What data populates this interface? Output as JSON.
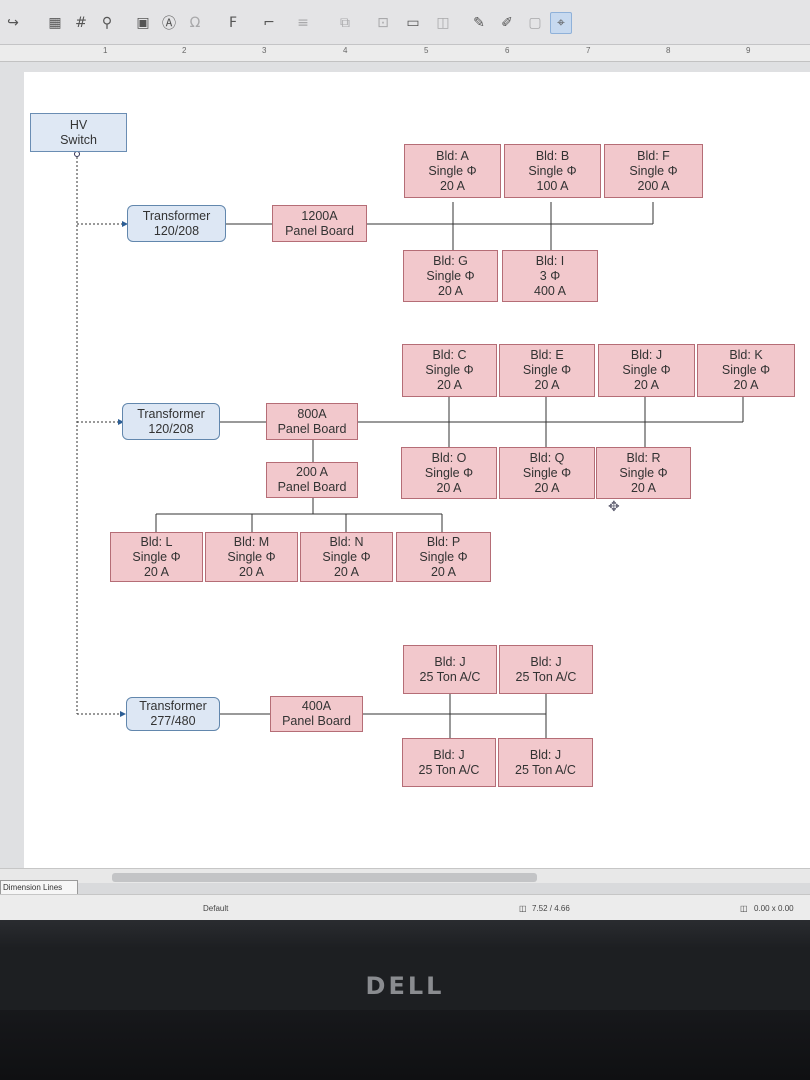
{
  "toolbar": {
    "icons": [
      "undo-icon",
      "grid-icon",
      "hash-icon",
      "zoom-icon",
      "image-icon",
      "textbox-icon",
      "special-char-icon",
      "fontwork-icon",
      "connector-icon",
      "align-icon",
      "arrange-icon",
      "shadow-icon",
      "crop-icon",
      "filter-icon",
      "points-icon",
      "glue-icon",
      "extrusion-icon",
      "helplines-icon"
    ]
  },
  "ruler": {
    "ticks": [
      "1",
      "2",
      "3",
      "4",
      "5",
      "6",
      "7",
      "8",
      "9"
    ]
  },
  "diagram": {
    "hv_switch": {
      "l1": "HV",
      "l2": "Switch"
    },
    "group1": {
      "transformer": {
        "l1": "Transformer",
        "l2": "120/208"
      },
      "panel": {
        "l1": "1200A",
        "l2": "Panel Board"
      },
      "bld_a": {
        "l1": "Bld: A",
        "l2": "Single Φ",
        "l3": "20 A"
      },
      "bld_b": {
        "l1": "Bld: B",
        "l2": "Single Φ",
        "l3": "100 A"
      },
      "bld_f": {
        "l1": "Bld: F",
        "l2": "Single Φ",
        "l3": "200 A"
      },
      "bld_g": {
        "l1": "Bld: G",
        "l2": "Single Φ",
        "l3": "20 A"
      },
      "bld_i": {
        "l1": "Bld: I",
        "l2": "3 Φ",
        "l3": "400 A"
      }
    },
    "group2": {
      "transformer": {
        "l1": "Transformer",
        "l2": "120/208"
      },
      "panel": {
        "l1": "800A",
        "l2": "Panel Board"
      },
      "subpanel": {
        "l1": "200 A",
        "l2": "Panel Board"
      },
      "bld_c": {
        "l1": "Bld: C",
        "l2": "Single Φ",
        "l3": "20 A"
      },
      "bld_e": {
        "l1": "Bld: E",
        "l2": "Single Φ",
        "l3": "20 A"
      },
      "bld_j": {
        "l1": "Bld: J",
        "l2": "Single Φ",
        "l3": "20 A"
      },
      "bld_k": {
        "l1": "Bld: K",
        "l2": "Single Φ",
        "l3": "20 A"
      },
      "bld_o": {
        "l1": "Bld: O",
        "l2": "Single Φ",
        "l3": "20 A"
      },
      "bld_q": {
        "l1": "Bld: Q",
        "l2": "Single Φ",
        "l3": "20 A"
      },
      "bld_r": {
        "l1": "Bld: R",
        "l2": "Single Φ",
        "l3": "20 A"
      },
      "bld_l": {
        "l1": "Bld: L",
        "l2": "Single Φ",
        "l3": "20 A"
      },
      "bld_m": {
        "l1": "Bld: M",
        "l2": "Single Φ",
        "l3": "20 A"
      },
      "bld_n": {
        "l1": "Bld: N",
        "l2": "Single Φ",
        "l3": "20 A"
      },
      "bld_p": {
        "l1": "Bld: P",
        "l2": "Single Φ",
        "l3": "20 A"
      }
    },
    "group3": {
      "transformer": {
        "l1": "Transformer",
        "l2": "277/480"
      },
      "panel": {
        "l1": "400A",
        "l2": "Panel Board"
      },
      "ac1": {
        "l1": "Bld: J",
        "l2": "25 Ton A/C"
      },
      "ac2": {
        "l1": "Bld: J",
        "l2": "25 Ton A/C"
      },
      "ac3": {
        "l1": "Bld: J",
        "l2": "25 Ton A/C"
      },
      "ac4": {
        "l1": "Bld: J",
        "l2": "25 Ton A/C"
      }
    }
  },
  "tabs": {
    "layer": "Dimension Lines"
  },
  "status": {
    "slide": "Default",
    "position": "7.52 / 4.66",
    "size": "0.00 x 0.00"
  },
  "monitor": {
    "brand": "DELL"
  }
}
